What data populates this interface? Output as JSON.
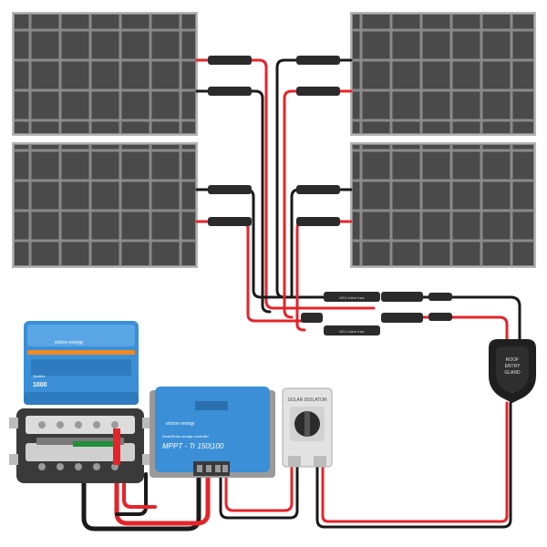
{
  "inverter": {
    "brand": "victron energy",
    "model_line1": "Quattro",
    "model_line2": "1000"
  },
  "charge_controller": {
    "brand": "victron energy",
    "product": "SmartSolar charge controller",
    "model": "MPPT - Tr 150|100"
  },
  "isolator": {
    "title": "SOLAR ISOLATOR"
  },
  "roof_gland": {
    "line1": "ROOF",
    "line2": "ENTRY",
    "line3": "GLAND"
  },
  "fuses": {
    "fuse_a": "MC4 inline fuse",
    "fuse_b": "MC4 inline fuse"
  },
  "colors": {
    "panel_cell": "#4a4a4a",
    "panel_frame": "#9a9a9a",
    "wire_pos": "#e4242a",
    "wire_neg": "#1a1a1a",
    "victron_blue": "#3a8fd6"
  }
}
